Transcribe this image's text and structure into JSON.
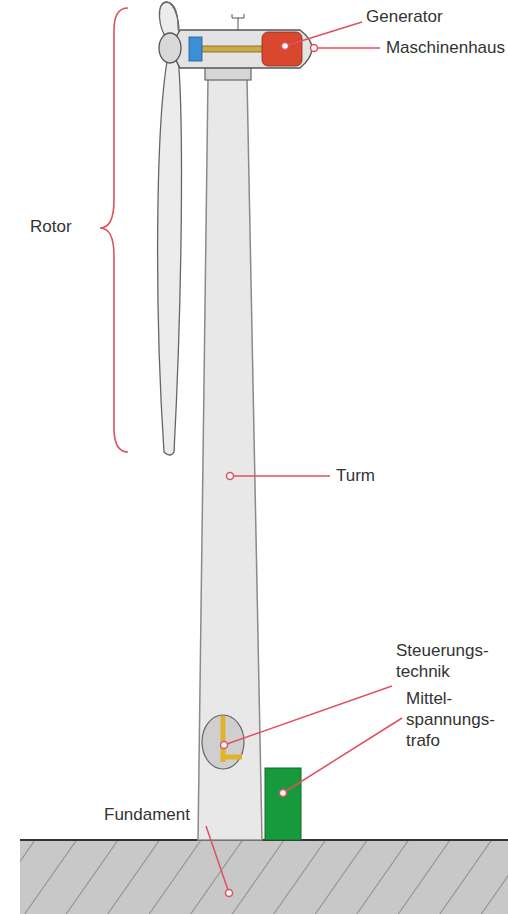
{
  "diagram": {
    "labels": [
      "Rotor",
      "Generator",
      "Maschinenhaus",
      "Turm",
      "Steuerungs- technik",
      "Mittel- spannungs- trafo",
      "Fundament"
    ]
  }
}
